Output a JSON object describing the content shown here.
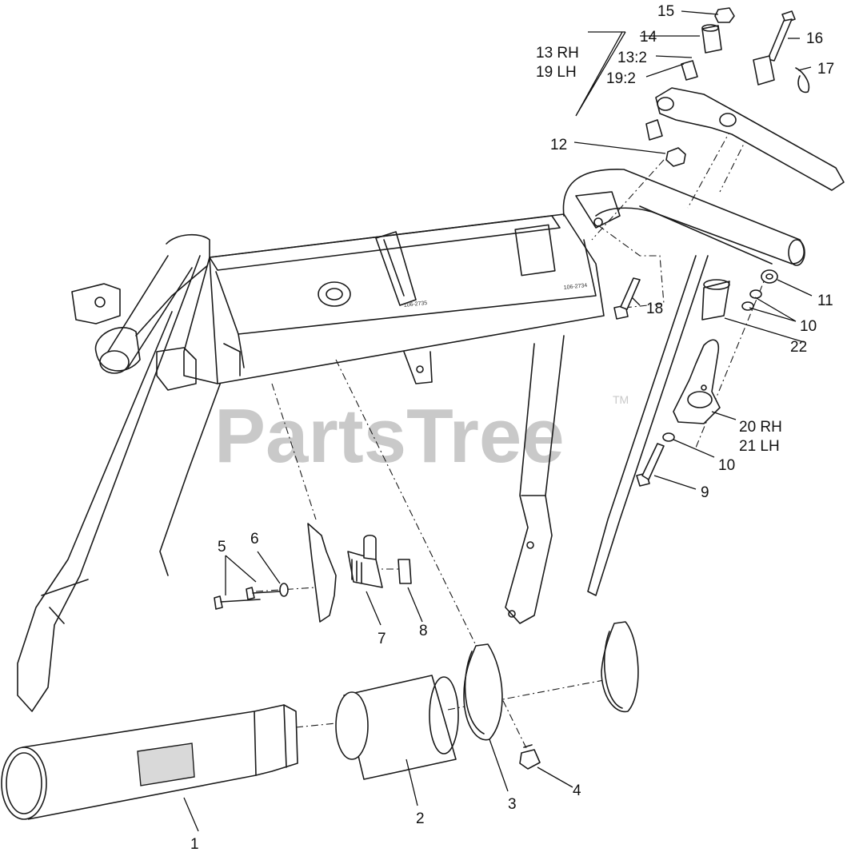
{
  "watermark": {
    "text": "PartsTree",
    "mark": "TM"
  },
  "decals": {
    "left": "106-2735",
    "right": "106-2734"
  },
  "callouts": {
    "c1": "1",
    "c2": "2",
    "c3": "3",
    "c4": "4",
    "c5": "5",
    "c6": "6",
    "c7": "7",
    "c8": "8",
    "c9": "9",
    "c10a": "10",
    "c10b": "10",
    "c11": "11",
    "c12": "12",
    "c13rh": "13 RH",
    "c19lh": "19 LH",
    "c13q": "13:2",
    "c19q": "19:2",
    "c14": "14",
    "c15": "15",
    "c16": "16",
    "c17": "17",
    "c18": "18",
    "c20rh": "20 RH",
    "c21lh": "21 LH",
    "c22": "22"
  }
}
